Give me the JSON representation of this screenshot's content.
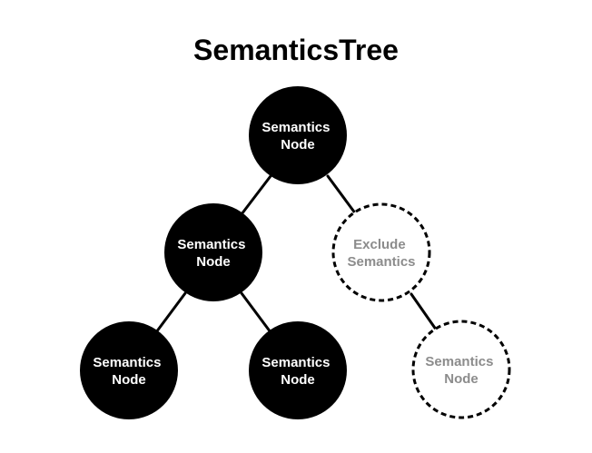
{
  "title": "SemanticsTree",
  "colors": {
    "node_fill": "#000000",
    "node_text": "#ffffff",
    "excluded_stroke": "#000000",
    "excluded_text": "#8c8c8c",
    "edge": "#000000",
    "background": "#ffffff"
  },
  "nodes": {
    "root": {
      "line1": "Semantics",
      "line2": "Node"
    },
    "left": {
      "line1": "Semantics",
      "line2": "Node"
    },
    "exclude": {
      "line1": "Exclude",
      "line2": "Semantics"
    },
    "left_left": {
      "line1": "Semantics",
      "line2": "Node"
    },
    "left_right": {
      "line1": "Semantics",
      "line2": "Node"
    },
    "excluded_child": {
      "line1": "Semantics",
      "line2": "Node"
    }
  }
}
